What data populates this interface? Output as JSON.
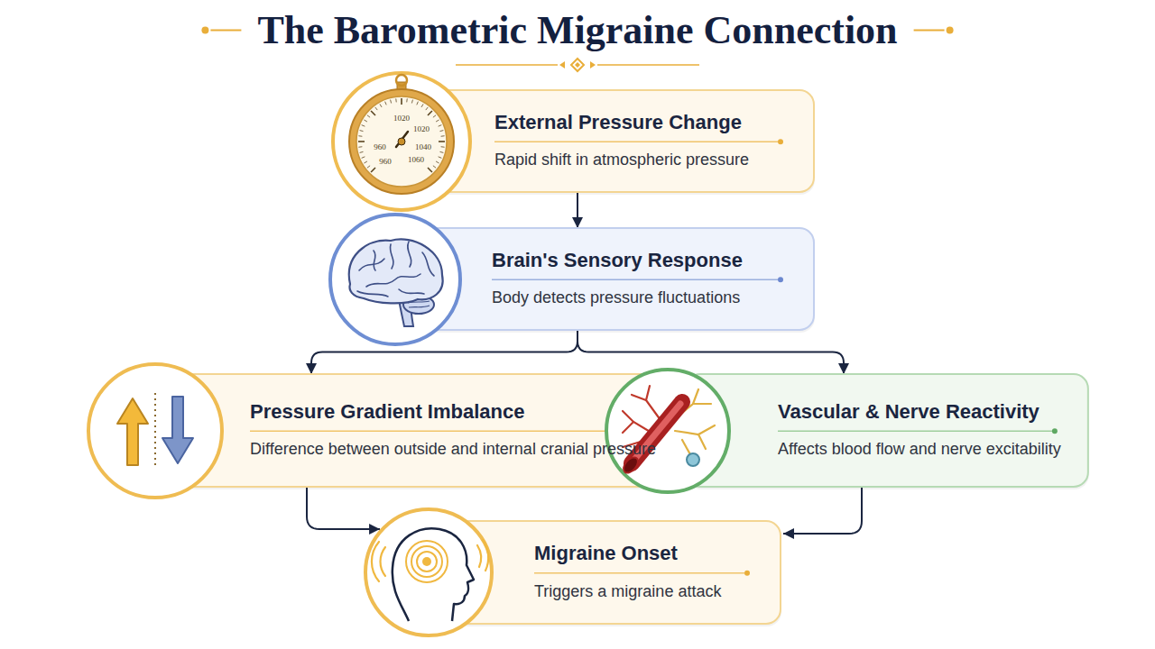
{
  "diagram": {
    "title": "The Barometric Migraine Connection",
    "nodes": [
      {
        "text": [
          "External Pressure Change",
          "Rapid shift in atmospheric pressure"
        ]
      },
      {
        "text": [
          "Brain's Sensory Response",
          "Body detects pressure fluctuations"
        ]
      },
      {
        "text": [
          "Pressure Gradient Imbalance",
          "Difference between outside and internal cranial pressure"
        ]
      },
      {
        "text": [
          "Vascular & Nerve Reactivity",
          "Affects blood flow and nerve excitability"
        ]
      },
      {
        "text": [
          "Migraine Onset",
          "Triggers a migraine attack"
        ]
      }
    ],
    "edges": [
      {
        "from": 0,
        "to": 1,
        "arrow": "to"
      },
      {
        "from": 1,
        "to": 2,
        "arrow": "to"
      },
      {
        "from": 1,
        "to": 3,
        "arrow": "to"
      },
      {
        "from": 2,
        "to": 4,
        "arrow": "to"
      },
      {
        "from": 3,
        "to": 4,
        "arrow": "to"
      }
    ],
    "labels": [
      "1020",
      "1020",
      "960",
      "1040",
      "960",
      "1060"
    ]
  }
}
